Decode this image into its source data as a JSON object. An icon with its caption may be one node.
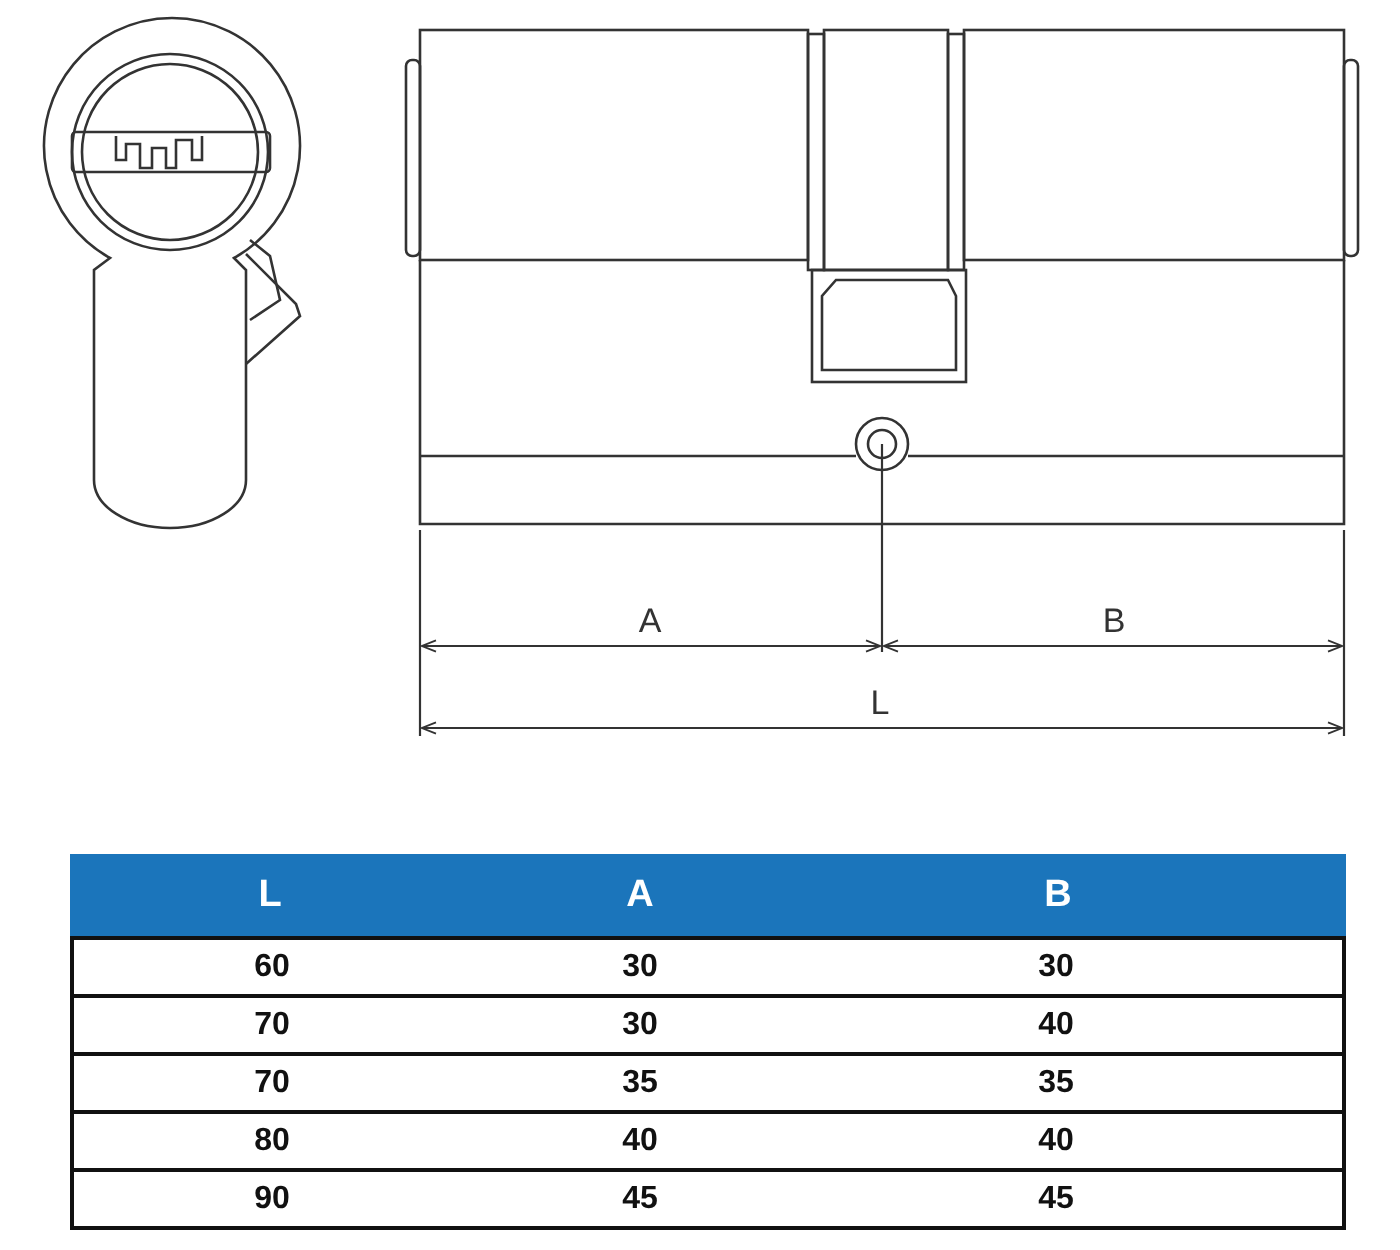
{
  "diagram": {
    "labels": [
      "A",
      "B",
      "L",
      "L",
      "A",
      "B",
      "60",
      "30",
      "30",
      "70",
      "30",
      "40",
      "70",
      "35",
      "35",
      "80",
      "40",
      "40",
      "90",
      "45",
      "45"
    ]
  }
}
